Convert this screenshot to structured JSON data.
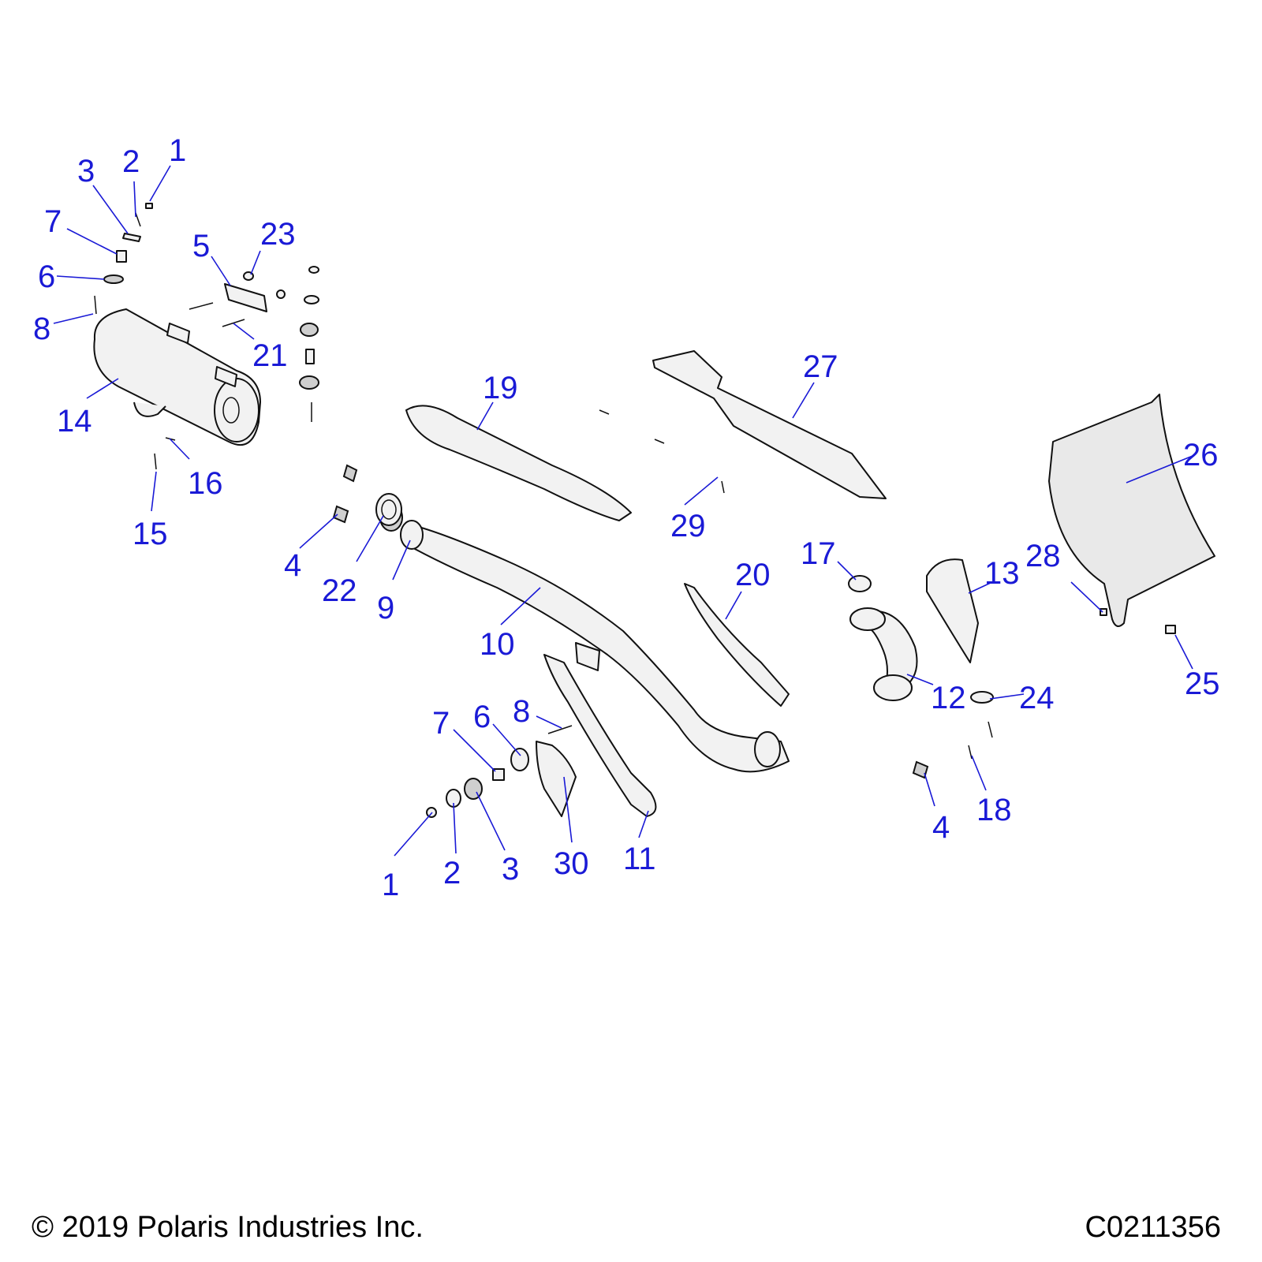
{
  "callouts": [
    {
      "label": "1"
    },
    {
      "label": "2"
    },
    {
      "label": "3"
    },
    {
      "label": "7"
    },
    {
      "label": "6"
    },
    {
      "label": "8"
    },
    {
      "label": "5"
    },
    {
      "label": "23"
    },
    {
      "label": "21"
    },
    {
      "label": "14"
    },
    {
      "label": "16"
    },
    {
      "label": "15"
    },
    {
      "label": "19"
    },
    {
      "label": "27"
    },
    {
      "label": "26"
    },
    {
      "label": "29"
    },
    {
      "label": "4"
    },
    {
      "label": "22"
    },
    {
      "label": "9"
    },
    {
      "label": "10"
    },
    {
      "label": "20"
    },
    {
      "label": "17"
    },
    {
      "label": "13"
    },
    {
      "label": "28"
    },
    {
      "label": "12"
    },
    {
      "label": "24"
    },
    {
      "label": "25"
    },
    {
      "label": "7"
    },
    {
      "label": "6"
    },
    {
      "label": "8"
    },
    {
      "label": "1"
    },
    {
      "label": "2"
    },
    {
      "label": "3"
    },
    {
      "label": "30"
    },
    {
      "label": "11"
    },
    {
      "label": "4"
    },
    {
      "label": "18"
    }
  ],
  "footer": {
    "copyright": "© 2019 Polaris Industries Inc.",
    "drawing_id": "C0211356"
  },
  "colors": {
    "callout": "#1a1ad6",
    "line_art": "#111111",
    "background": "#ffffff"
  }
}
